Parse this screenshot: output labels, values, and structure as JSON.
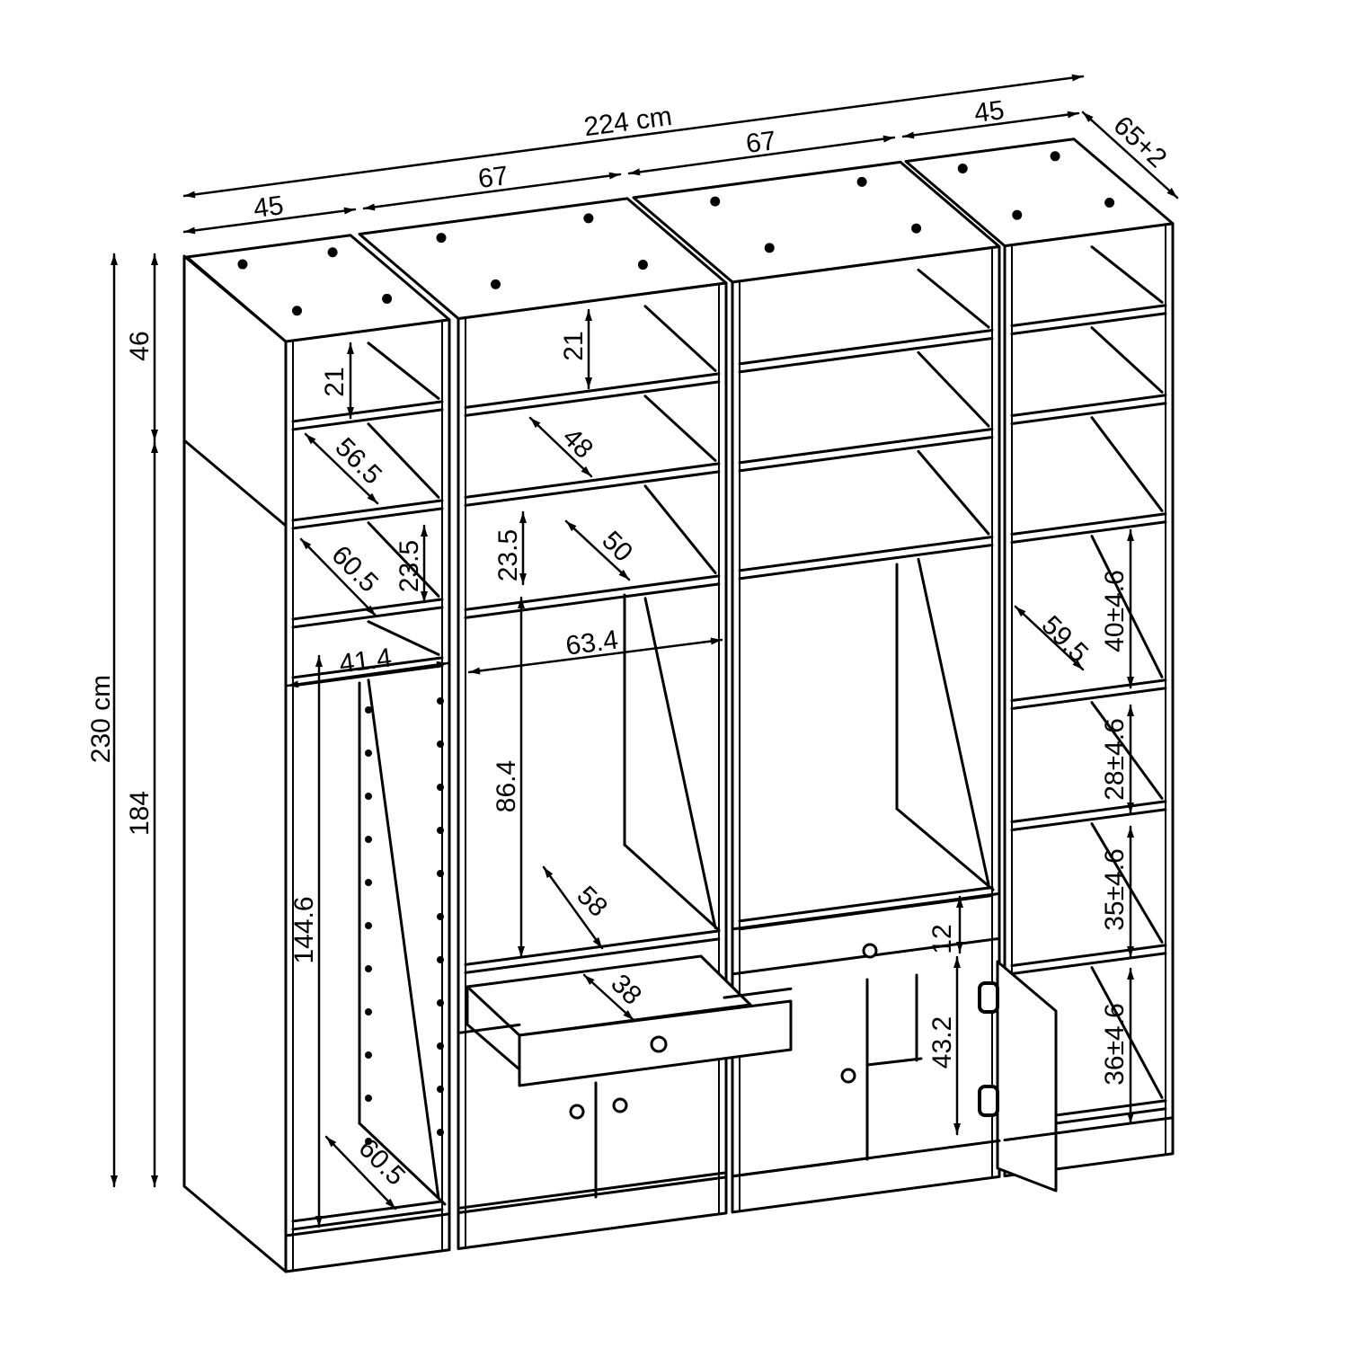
{
  "colors": {
    "line": "#000000",
    "background": "#ffffff"
  },
  "overall": {
    "width": "224 cm",
    "height": "230 cm",
    "depth": "65+2",
    "upper_height": "46",
    "lower_height": "184"
  },
  "module_widths": [
    "45",
    "67",
    "67",
    "45"
  ],
  "interior": {
    "m1_top_shelf": "21",
    "m2_top_shelf": "21",
    "m1_upper_depth": "56.5",
    "m2_upper_depth": "48",
    "m1_shelf_depth": "60.5",
    "m1_shelf_height": "23.5",
    "m2_shelf_height": "23.5",
    "m2_shelf_depth": "50",
    "m1_rod_width": "41.4",
    "m2_rod_width": "63.4",
    "m2_hang_height": "86.4",
    "m1_hang_height": "144.6",
    "m2_bottom_depth": "58",
    "drawer_depth": "38",
    "m1_bottom_depth": "60.5",
    "m3_drawer_height": "12",
    "m3_cabinet_height": "43.2",
    "m4_shelf_1": "40±4.6",
    "m4_depth": "59.5",
    "m4_shelf_2": "28±4.6",
    "m4_shelf_3": "35±4.6",
    "m4_shelf_4": "36±4.6"
  }
}
